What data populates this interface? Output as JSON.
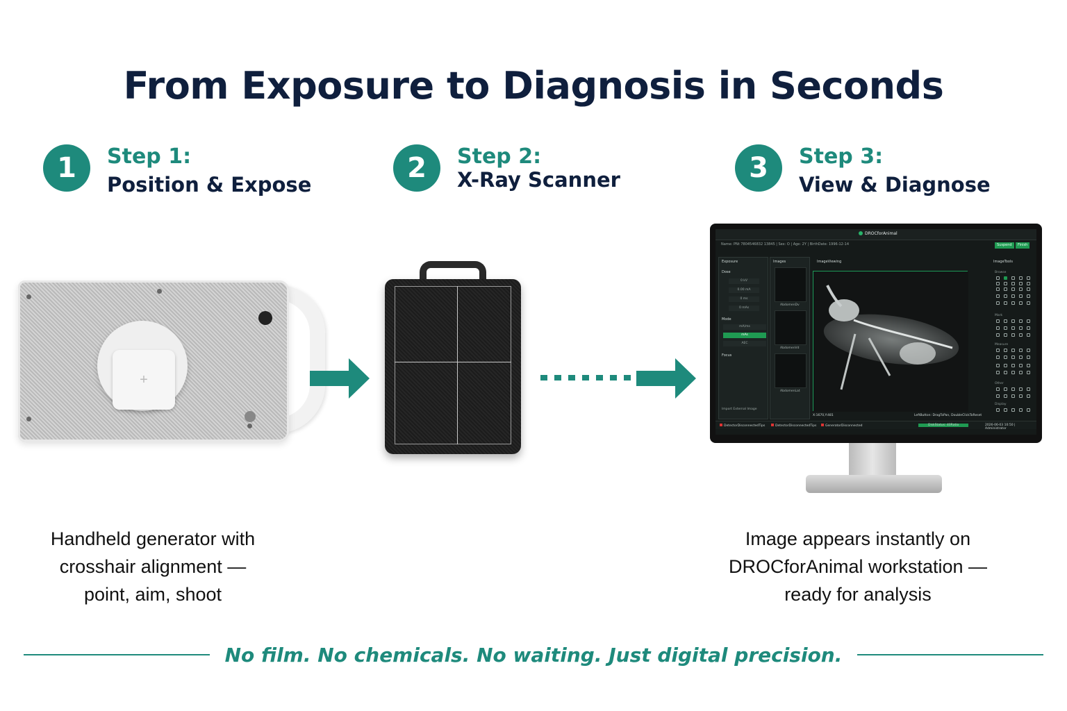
{
  "title": "From Exposure to Diagnosis in Seconds",
  "steps": [
    {
      "number": "1",
      "label": "Step 1:",
      "name": "Position & Expose"
    },
    {
      "number": "2",
      "label": "Step 2:",
      "name": "X-Ray Scanner"
    },
    {
      "number": "3",
      "label": "Step 3:",
      "name": "View & Diagnose"
    }
  ],
  "descriptions": {
    "step1": [
      "Handheld generator with",
      "crosshair alignment —",
      "point, aim, shoot"
    ],
    "step3": [
      "Image appears instantly on",
      "DROCforAnimal workstation —",
      "ready for analysis"
    ]
  },
  "tagline": "No film. No chemicals. No waiting. Just digital precision.",
  "colors": {
    "accent": "#1e8a7c",
    "navy": "#0f1f3d",
    "screen_green": "#1f9a52"
  },
  "screen": {
    "app_name": "DROCforAnimal",
    "patient_info": "Name:  PNt 7804546832 13845 | Sex:  O | Age:  2Y | BirthDate:  1996-12-14",
    "buttons": {
      "suspend": "Suspend",
      "finish": "Finish"
    },
    "panels": {
      "exposure": "Exposure",
      "images": "Images",
      "image_viewing": "ImageViewing",
      "image_tools": "ImageTools"
    },
    "exposure_rows": [
      "0 kV",
      "0.00 mA",
      "0 ms",
      "0 mAs"
    ],
    "dose_label": "Dose",
    "mode_label": "Mode",
    "modes": [
      "mA/ms",
      "mAs",
      "AEC"
    ],
    "focus_label": "Focus",
    "thumbnails": [
      "AbdomenDv",
      "AbdomenVd",
      "AbdomenLat"
    ],
    "import_label": "Import External Image",
    "tool_sections": [
      "Browse",
      "Mark",
      "Measure",
      "Other",
      "Display"
    ],
    "view_coords": "X:1670,Y:481",
    "view_hint": "LeftButton: DragToPan, DoubleClickToReset",
    "status_items": [
      "DetectorDisconnectedTips",
      "DetectorDisconnectedTips",
      "GeneratorDisconnected"
    ],
    "status_right": "DiskStatus: 40Ratio",
    "status_time": "2026-06-03 10:50 | Administrator"
  }
}
